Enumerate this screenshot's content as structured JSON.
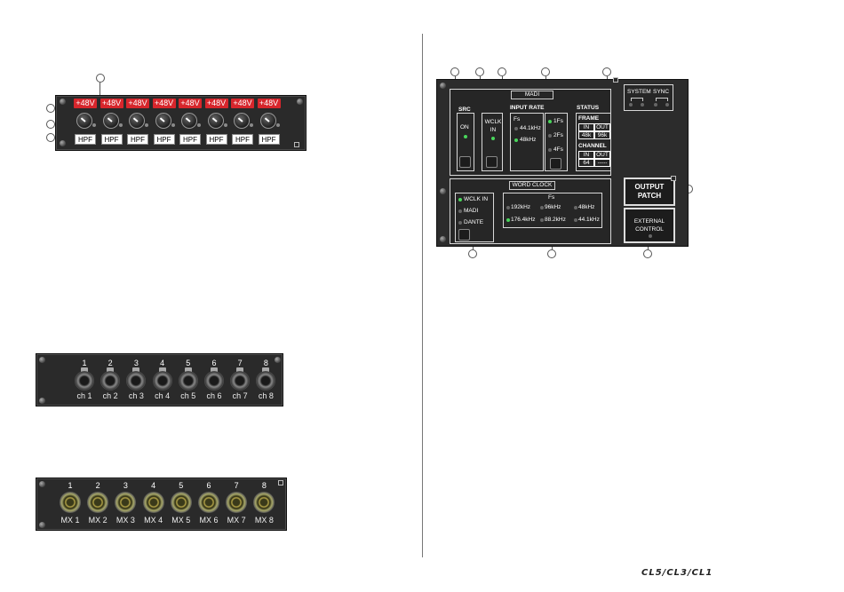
{
  "ha_panel": {
    "phantom_label": "+48V",
    "hpf_label": "HPF",
    "channels": 8
  },
  "input_panel": {
    "numbers": [
      "1",
      "2",
      "3",
      "4",
      "5",
      "6",
      "7",
      "8"
    ],
    "labels": [
      "ch 1",
      "ch 2",
      "ch 3",
      "ch 4",
      "ch 5",
      "ch 6",
      "ch 7",
      "ch 8"
    ]
  },
  "output_panel": {
    "numbers": [
      "1",
      "2",
      "3",
      "4",
      "5",
      "6",
      "7",
      "8"
    ],
    "labels": [
      "MX 1",
      "MX 2",
      "MX 3",
      "MX 4",
      "MX 5",
      "MX 6",
      "MX 7",
      "MX 8"
    ]
  },
  "madi": {
    "title": "MADI",
    "src": {
      "header": "SRC",
      "on_label": "ON"
    },
    "wclk": {
      "label": "WCLK IN"
    },
    "input_rate": {
      "header": "INPUT RATE",
      "fs_label": "Fs",
      "rates": [
        "44.1kHz",
        "48kHz"
      ],
      "multipliers": [
        "1Fs",
        "2Fs",
        "4Fs"
      ]
    },
    "status": {
      "header": "STATUS",
      "frame": "FRAME",
      "channel": "CHANNEL",
      "in": "IN",
      "out": "OUT",
      "frame_in": "48k",
      "frame_out": "96k",
      "channel_in": "64",
      "channel_out": "-----"
    },
    "system_sync": {
      "system": "SYSTEM",
      "sync": "SYNC"
    },
    "word_clock": {
      "header": "WORD CLOCK",
      "sources": [
        "WCLK IN",
        "MADI",
        "DANTE"
      ],
      "fs_label": "Fs",
      "freqs": [
        "192kHz",
        "96kHz",
        "48kHz",
        "176.4kHz",
        "88.2kHz",
        "44.1kHz"
      ]
    },
    "output_patch": "OUTPUT PATCH",
    "external_control": "EXTERNAL CONTROL"
  },
  "footer_logo": "CL5/CL3/CL1",
  "colors": {
    "phantom_red": "#d7262c",
    "led_green": "#49d65b",
    "panel": "#2a2a2a"
  }
}
